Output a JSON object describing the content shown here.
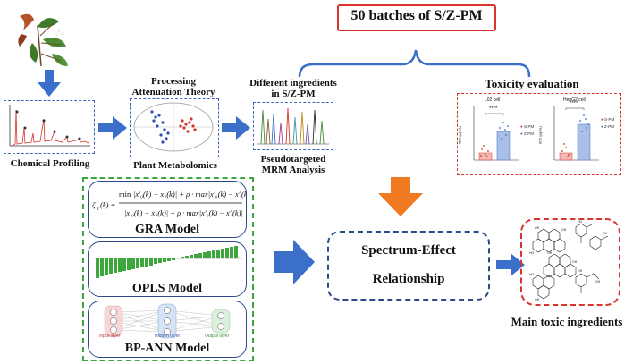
{
  "batches": "50 batches of S/Z-PM",
  "labels": {
    "chemical_profiling": "Chemical Profiling",
    "processing": "Processing",
    "attenuation": "Attenuation Theory",
    "plant_metabolomics": "Plant Metabolomics",
    "diff_ingredients_1": "Different ingredients",
    "diff_ingredients_2": "in S/Z-PM",
    "pseudotargeted": "Pseudotargeted",
    "mrm": "MRM Analysis",
    "toxicity": "Toxicity evaluation",
    "gra_model": "GRA Model",
    "opls_model": "OPLS Model",
    "bpann_model": "BP-ANN Model",
    "spectrum_effect_1": "Spectrum-Effect",
    "spectrum_effect_2": "Relationship",
    "main_toxic": "Main toxic ingredients"
  },
  "toxicity_charts": {
    "left_title": "L02 cell",
    "right_title": "HepG2 cell",
    "legend_s": "S-PM",
    "legend_z": "Z-PM",
    "sig": "****",
    "ylabel": "IC50 (μg/mL)"
  },
  "nn_layers": {
    "input": "Input layer",
    "hidden": "Hidden layer",
    "output": "Output layer"
  },
  "colors": {
    "arrow_blue": "#3b6fc9",
    "arrow_orange": "#f07a22",
    "red": "#d9342b",
    "green": "#3da63d"
  }
}
